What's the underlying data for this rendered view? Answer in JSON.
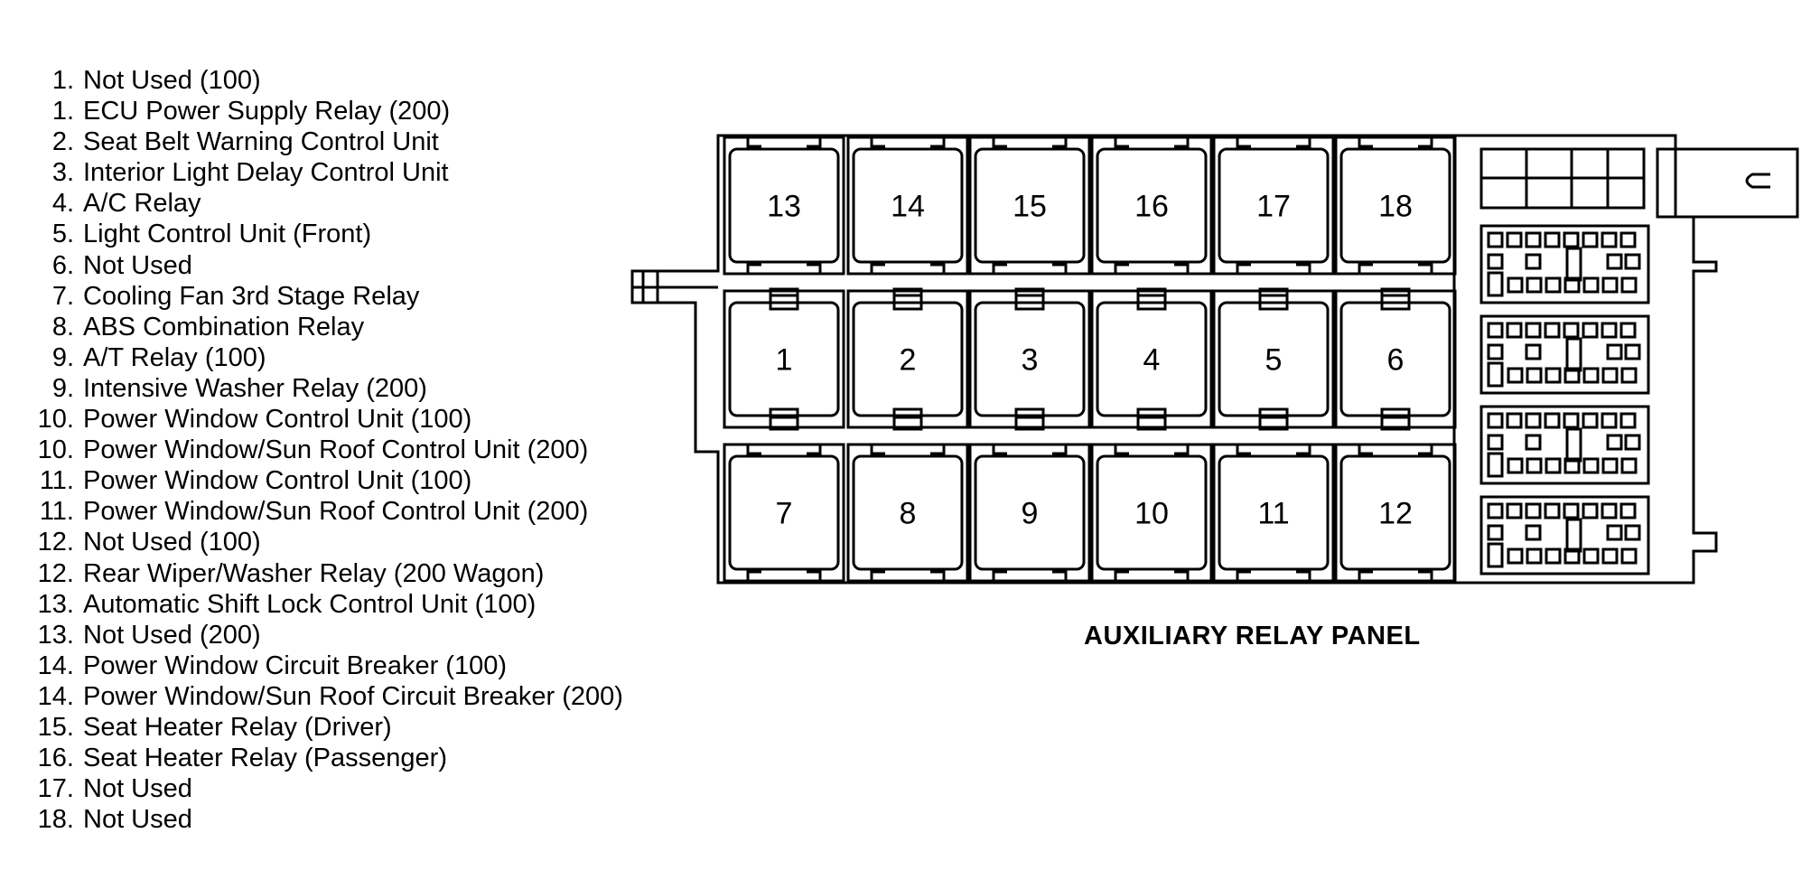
{
  "legend": [
    {
      "num": "1.",
      "text": "Not Used (100)"
    },
    {
      "num": "1.",
      "text": "ECU Power Supply Relay (200)"
    },
    {
      "num": "2.",
      "text": "Seat Belt Warning Control Unit"
    },
    {
      "num": "3.",
      "text": "Interior Light Delay Control Unit"
    },
    {
      "num": "4.",
      "text": "A/C Relay"
    },
    {
      "num": "5.",
      "text": "Light Control Unit (Front)"
    },
    {
      "num": "6.",
      "text": "Not Used"
    },
    {
      "num": "7.",
      "text": "Cooling Fan 3rd Stage Relay"
    },
    {
      "num": "8.",
      "text": "ABS Combination Relay"
    },
    {
      "num": "9.",
      "text": "A/T Relay (100)"
    },
    {
      "num": "9.",
      "text": "Intensive Washer Relay (200)"
    },
    {
      "num": "10.",
      "text": "Power Window Control Unit (100)"
    },
    {
      "num": "10.",
      "text": "Power Window/Sun Roof Control Unit (200)"
    },
    {
      "num": "11.",
      "text": "Power Window Control Unit (100)"
    },
    {
      "num": "11.",
      "text": "Power Window/Sun Roof Control Unit (200)"
    },
    {
      "num": "12.",
      "text": "Not Used (100)"
    },
    {
      "num": "12.",
      "text": "Rear Wiper/Washer Relay (200 Wagon)"
    },
    {
      "num": "13.",
      "text": "Automatic Shift Lock Control Unit (100)"
    },
    {
      "num": "13.",
      "text": "Not Used (200)"
    },
    {
      "num": "14.",
      "text": "Power Window Circuit Breaker (100)"
    },
    {
      "num": "14.",
      "text": "Power Window/Sun Roof Circuit Breaker (200)"
    },
    {
      "num": "15.",
      "text": "Seat Heater Relay (Driver)"
    },
    {
      "num": "16.",
      "text": "Seat Heater Relay (Passenger)"
    },
    {
      "num": "17.",
      "text": "Not Used"
    },
    {
      "num": "18.",
      "text": "Not Used"
    }
  ],
  "panel": {
    "caption": "AUXILIARY RELAY PANEL",
    "rows": [
      [
        "13",
        "14",
        "15",
        "16",
        "17",
        "18"
      ],
      [
        "1",
        "2",
        "3",
        "4",
        "5",
        "6"
      ],
      [
        "7",
        "8",
        "9",
        "10",
        "11",
        "12"
      ]
    ]
  }
}
